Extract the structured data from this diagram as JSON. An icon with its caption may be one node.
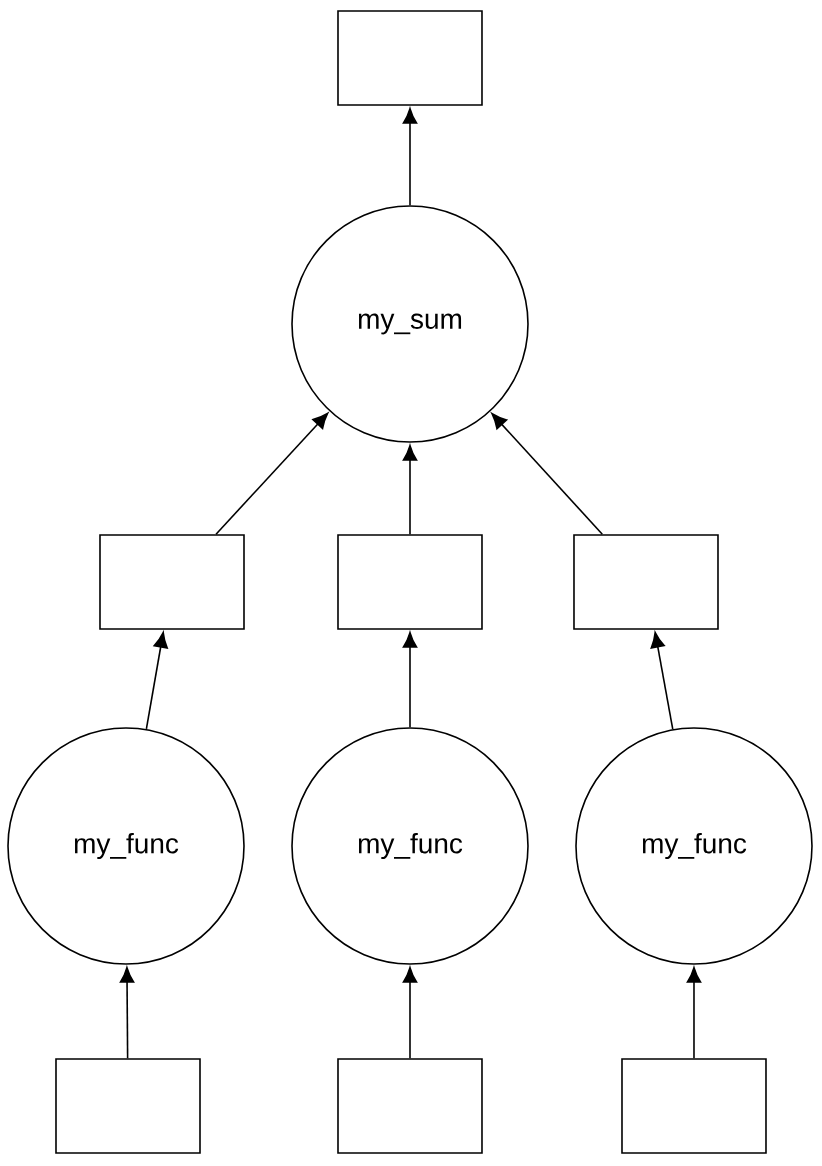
{
  "diagram": {
    "nodes": [
      {
        "text": [],
        "shape": "box"
      },
      {
        "text": [
          "my_sum"
        ]
      },
      {
        "text": [],
        "shape": "box"
      },
      {
        "text": [],
        "shape": "box"
      },
      {
        "text": [],
        "shape": "box"
      },
      {
        "text": [
          "my_func"
        ]
      },
      {
        "text": [
          "my_func"
        ]
      },
      {
        "text": [
          "my_func"
        ]
      },
      {
        "text": [],
        "shape": "box"
      },
      {
        "text": [],
        "shape": "box"
      },
      {
        "text": [],
        "shape": "box"
      }
    ],
    "edges": [
      {
        "from": 1,
        "to": 0,
        "arrow": "to"
      },
      {
        "from": 2,
        "to": 1,
        "arrow": "to"
      },
      {
        "from": 3,
        "to": 1,
        "arrow": "to"
      },
      {
        "from": 4,
        "to": 1,
        "arrow": "to"
      },
      {
        "from": 5,
        "to": 2,
        "arrow": "to"
      },
      {
        "from": 6,
        "to": 3,
        "arrow": "to"
      },
      {
        "from": 7,
        "to": 4,
        "arrow": "to"
      },
      {
        "from": 8,
        "to": 5,
        "arrow": "to"
      },
      {
        "from": 9,
        "to": 6,
        "arrow": "to"
      },
      {
        "from": 10,
        "to": 7,
        "arrow": "to"
      }
    ]
  }
}
